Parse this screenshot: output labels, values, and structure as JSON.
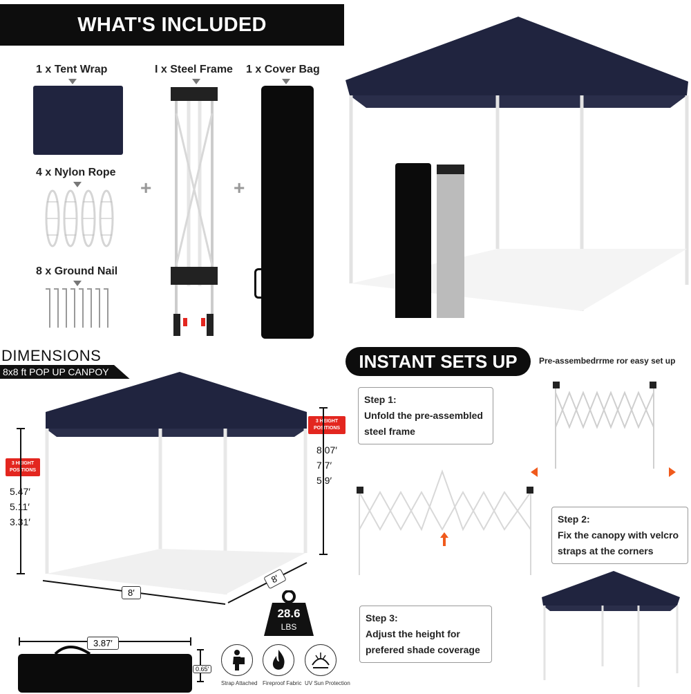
{
  "included": {
    "banner": "WHAT'S INCLUDED",
    "tent_wrap": "1 x Tent Wrap",
    "steel_frame": "I x Steel Frame",
    "cover_bag": "1 x Cover Bag",
    "nylon_rope": "4 x Nylon Rope",
    "ground_nail": "8 x Ground Nail",
    "plus": "+"
  },
  "dimensions": {
    "title": "DIMENSIONS",
    "subtitle": "8x8 ft POP UP CANPOY",
    "height_badge_left": "3 HEIGHT POSITIONS",
    "height_badge_right": "3 HEIGHT POSITIONS",
    "left_heights": [
      "5.47′",
      "5.11′",
      "3.31′"
    ],
    "right_heights": [
      "8.07′",
      "7.7′",
      "5.9′"
    ],
    "width_label": "8′",
    "depth_label": "8′",
    "weight_value": "28.6",
    "weight_unit": "LBS",
    "bag_length": "3.87′",
    "bag_height": "0.65′"
  },
  "features": [
    {
      "label": "Strap Attached",
      "icon": "person-backpack-icon"
    },
    {
      "label": "Fireproof Fabric",
      "icon": "flame-icon"
    },
    {
      "label": "UV Sun Protection",
      "icon": "sun-rays-icon"
    }
  ],
  "setup": {
    "banner": "INSTANT SETS UP",
    "caption": "Pre-assembedrrme ror easy set up",
    "step1": [
      "Step 1:",
      "Unfold the pre-assembled",
      "steel frame"
    ],
    "step2": [
      "Step 2:",
      "Fix the canopy with velcro",
      "straps at the corners"
    ],
    "step3": [
      "Step 3:",
      "Adjust the height for",
      "prefered shade coverage"
    ]
  },
  "colors": {
    "canopy": "#20243f",
    "banner": "#0d0d0d",
    "accent_red": "#e3261f",
    "arrow_orange": "#f05a1c"
  }
}
